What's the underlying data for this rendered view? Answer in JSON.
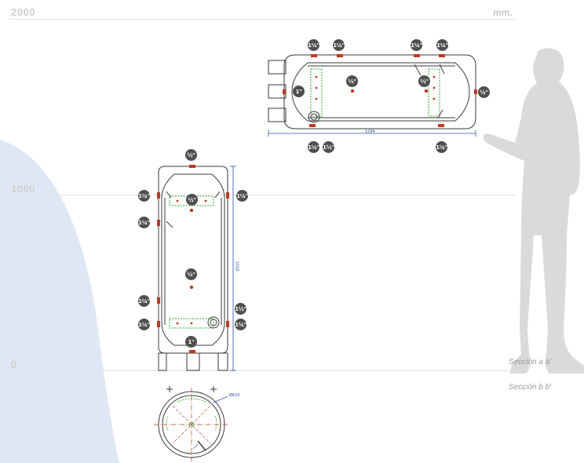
{
  "scale": {
    "unit": "mm.",
    "marks": [
      {
        "label": "2000"
      },
      {
        "label": "1000"
      },
      {
        "label": "0"
      }
    ]
  },
  "sections": {
    "section_a": "Sección a a'",
    "section_b": "Sección b b'"
  },
  "colors": {
    "background_curve": "#dfe7f4",
    "figure": "#dadada",
    "tank_outline": "#3a3a3a",
    "dimension": "#2c4fa3",
    "heat_exchanger": "#2eaa2e",
    "connection": "#c0391f",
    "badge": "#4f4f4f"
  },
  "horizontal_tank": {
    "badges": {
      "top_1": "1¼\"",
      "top_2": "1¼\"",
      "top_3": "1¼\"",
      "top_4": "1¼\"",
      "left": "1\"",
      "center_1": "½\"",
      "center_2": "½\"",
      "right": "½\"",
      "bottom_1": "1¼\"",
      "bottom_2": "1½\"",
      "bottom_3": "1¼\""
    },
    "dimension": "1294"
  },
  "vertical_tank": {
    "badges": {
      "top": "½\"",
      "left_1": "1¼\"",
      "right_1": "1¼\"",
      "inner_top": "½\"",
      "left_2": "1¼\"",
      "middle": "½\"",
      "left_3": "1¼\"",
      "right_2": "1½\"",
      "left_4": "1¼\"",
      "right_3": "1¼\"",
      "bottom": "1\""
    },
    "dimension": "1018"
  },
  "plan_view": {
    "diameter_label": "Ø610"
  }
}
